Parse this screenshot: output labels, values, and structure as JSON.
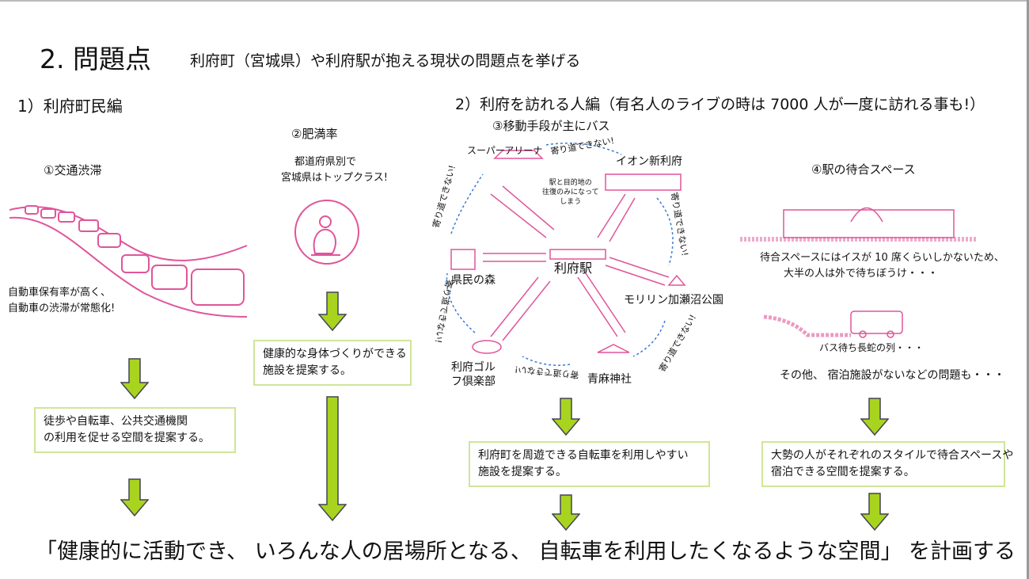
{
  "title": "2. 問題点",
  "subtitle": "利府町（宮城県）や利府駅が抱える現状の問題点を挙げる",
  "section1": {
    "heading": "1）利府町民編",
    "traffic": {
      "label": "①交通渋滞",
      "desc_line1": "自動車保有率が高く、",
      "desc_line2": "自動車の渋滞が常態化!",
      "proposal_line1": "徒歩や自転車、公共交通機関",
      "proposal_line2": "の利用を促せる空間を提案する。"
    },
    "obesity": {
      "label": "②肥満率",
      "desc_line1": "都道府県別で",
      "desc_line2": "宮城県はトップクラス!",
      "proposal_line1": "健康的な身体づくりができる",
      "proposal_line2": "施設を提案する。"
    }
  },
  "section2": {
    "heading": "2）利府を訪れる人編（有名人のライブの時は 7000 人が一度に訪れる事も!）",
    "transport": {
      "label": "③移動手段が主にバス",
      "center": "利府駅",
      "nodes": [
        "スーパーアリーナ",
        "イオン新利府",
        "モリリン加瀬沼公園",
        "青麻神社",
        "利府ゴルフ倶楽部",
        "県民の森"
      ],
      "no_detour": "寄り道できない!",
      "note_line1": "駅と目的地の",
      "note_line2": "往復のみになって",
      "note_line3": "しまう",
      "proposal_line1": "利府町を周遊できる自転車を利用しやすい",
      "proposal_line2": "施設を提案する。"
    },
    "waiting": {
      "label": "④駅の待合スペース",
      "desc_line1": "待合スペースにはイスが 10 席くらいしかないため、",
      "desc_line2": "大半の人は外で待ちぼうけ・・・",
      "queue": "バス待ち長蛇の列・・・",
      "other": "その他、 宿泊施設がないなどの問題も・・・",
      "proposal_line1": "大勢の人がそれぞれのスタイルで待合スペースや",
      "proposal_line2": "宿泊できる空間を提案する。"
    }
  },
  "conclusion": "「健康的に活動でき、 いろんな人の居場所となる、 自転車を利用したくなるような空間」 を計画する",
  "colors": {
    "accent": "#e0559a",
    "arrow": "#a8d420",
    "box_border": "#cfe59a"
  }
}
